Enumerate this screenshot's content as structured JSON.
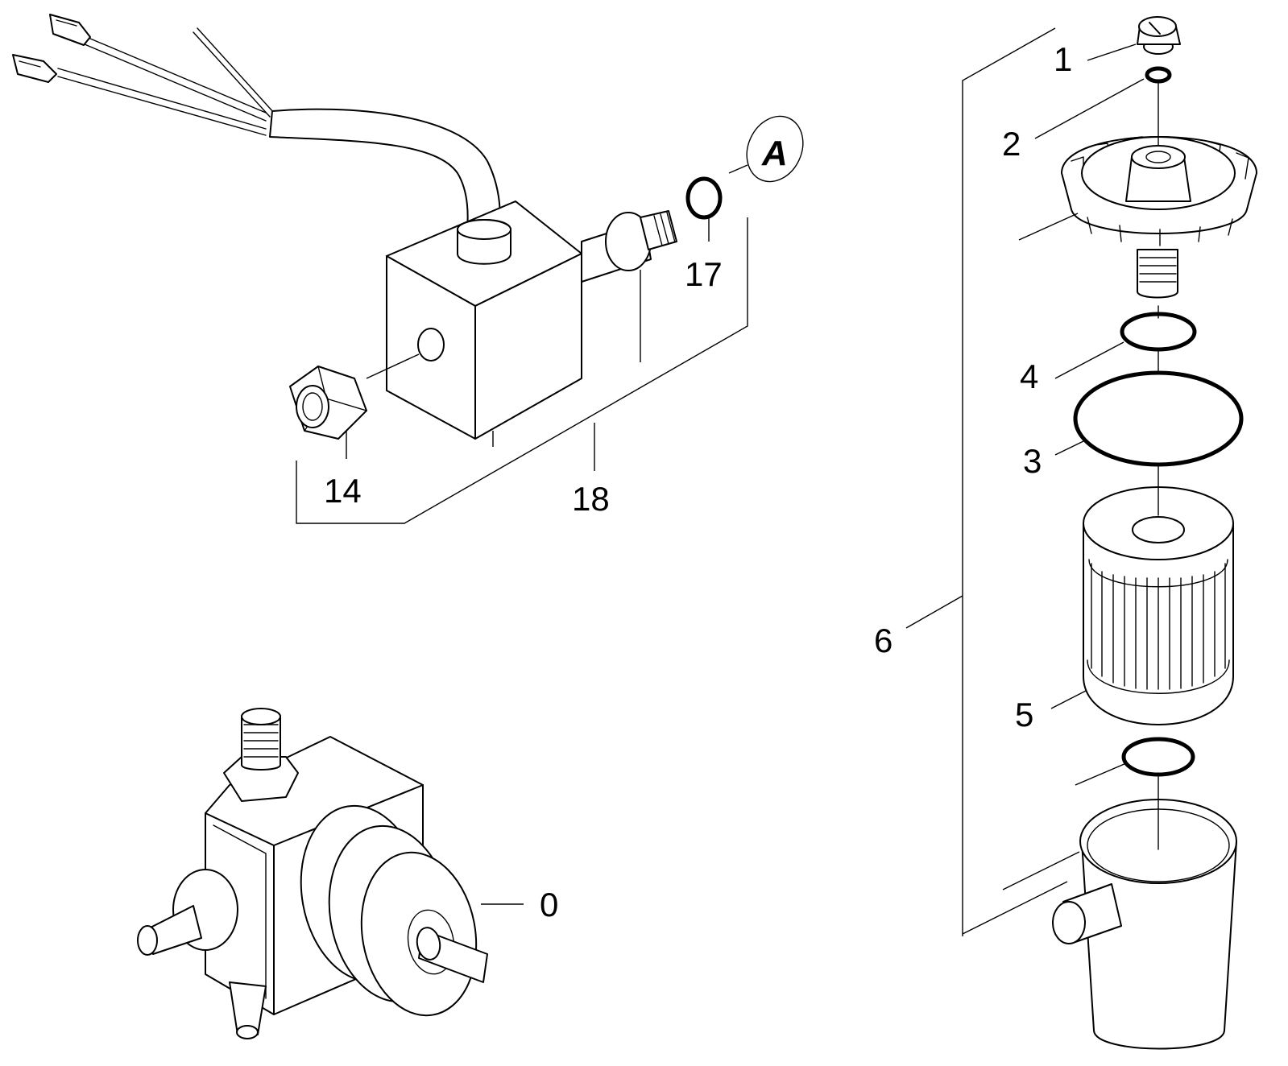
{
  "callouts": {
    "c0": "0",
    "c1": "1",
    "c2": "2",
    "c3": "3",
    "c4": "4",
    "c5": "5",
    "c6": "6",
    "c14": "14",
    "c17": "17",
    "c18": "18",
    "cA": "A"
  }
}
